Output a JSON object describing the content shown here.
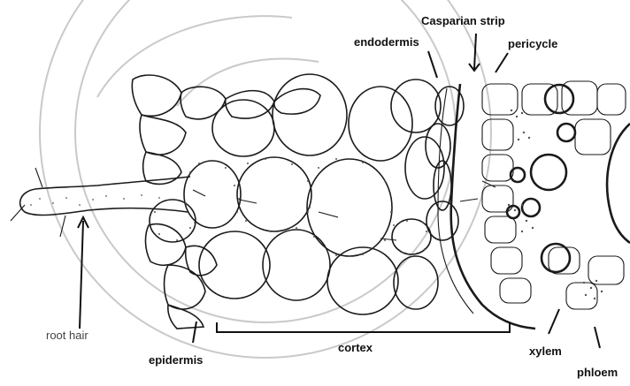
{
  "labels": {
    "casparian_strip": "Casparian strip",
    "endodermis": "endodermis",
    "pericycle": "pericycle",
    "root_hair": "root hair",
    "epidermis": "epidermis",
    "cortex": "cortex",
    "xylem": "xylem",
    "phloem": "phloem"
  },
  "colors": {
    "line": "#1a1a1a",
    "watermark": "#c9c9c9",
    "background": "#ffffff"
  },
  "watermark": {
    "type": "university seal (partially visible)"
  }
}
